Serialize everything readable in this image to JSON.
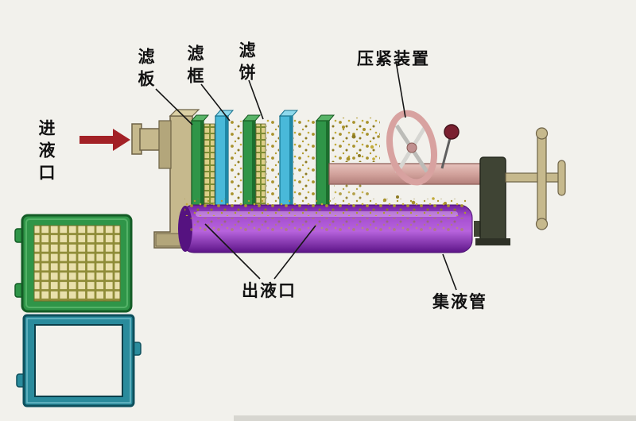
{
  "labels": {
    "inlet": "进液口",
    "filter_plate": "滤板",
    "filter_frame": "滤框",
    "filter_cake": "滤饼",
    "clamping_device": "压紧装置",
    "outlet": "出液口",
    "collection_pipe": "集液管"
  },
  "colors": {
    "background": "#f2f1ec",
    "plate_green": "#2f9548",
    "frame_cyan": "#49b9d9",
    "beam_pink": "#d2a29c",
    "pipe_purple": "#8b2fb8",
    "cake_yellow": "#ab942d",
    "arrow_red": "#a32126",
    "metal_tan": "#c6b98d",
    "dark_fitting": "#3f4434"
  }
}
